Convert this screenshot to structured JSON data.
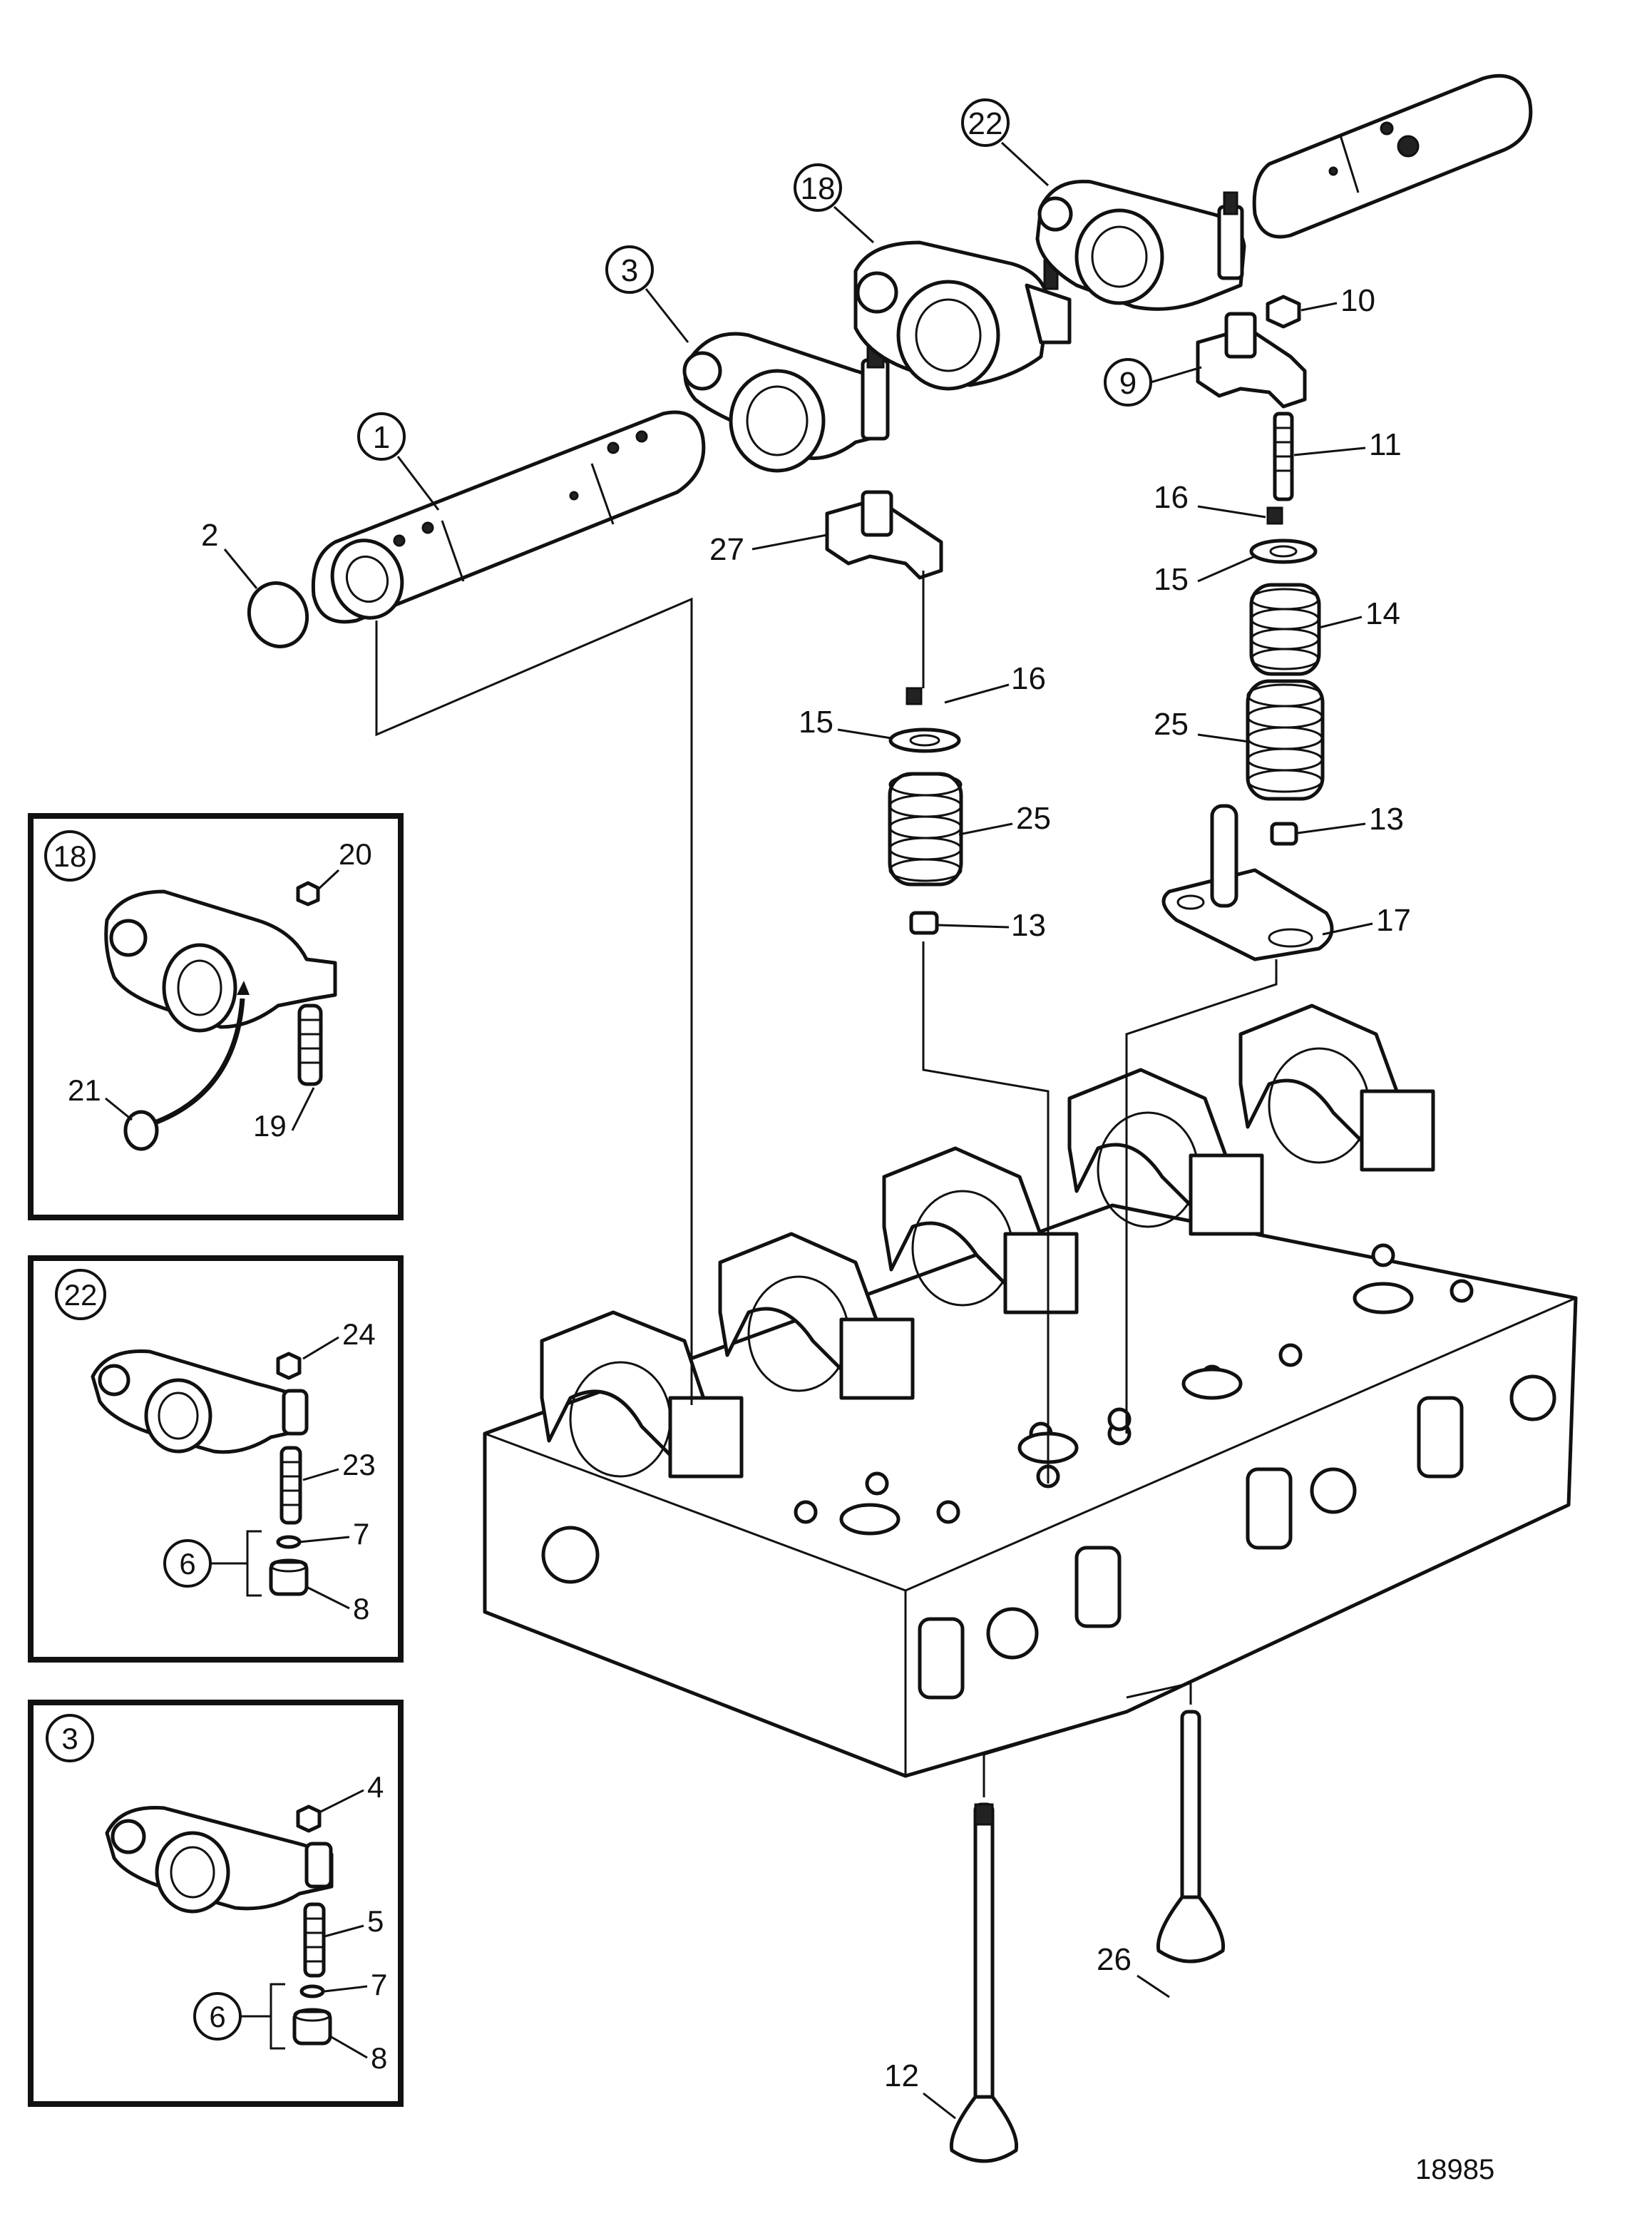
{
  "figure_number": "18985",
  "callouts": {
    "c1": "1",
    "c2": "2",
    "c3": "3",
    "c9": "9",
    "c10": "10",
    "c11": "11",
    "c12": "12",
    "c13a": "13",
    "c13b": "13",
    "c14": "14",
    "c15a": "15",
    "c15b": "15",
    "c16a": "16",
    "c16b": "16",
    "c17": "17",
    "c18": "18",
    "c22": "22",
    "c25a": "25",
    "c25b": "25",
    "c26": "26",
    "c27": "27"
  },
  "inset_18": {
    "title": "18",
    "l20": "20",
    "l21": "21",
    "l19": "19"
  },
  "inset_22": {
    "title": "22",
    "l24": "24",
    "l23": "23",
    "l6": "6",
    "l7": "7",
    "l8": "8"
  },
  "inset_3": {
    "title": "3",
    "l4": "4",
    "l5": "5",
    "l6": "6",
    "l7": "7",
    "l8": "8"
  }
}
